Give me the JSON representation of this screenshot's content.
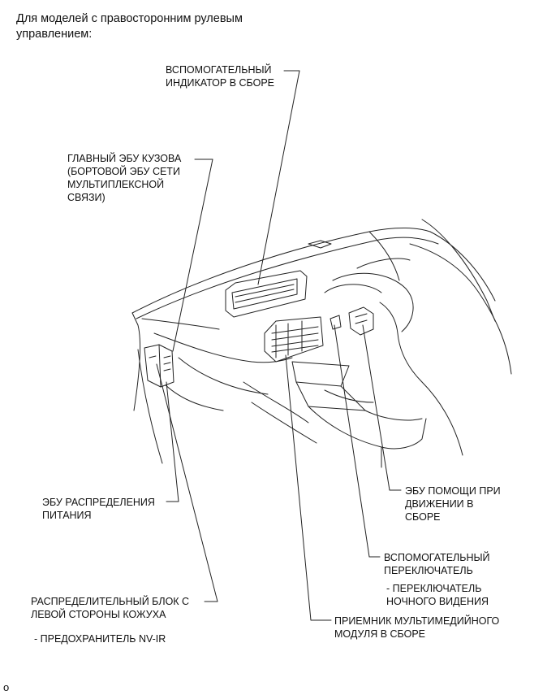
{
  "title": "Для моделей с правосторонним рулевым управлением:",
  "labels": {
    "aux_indicator": "ВСПОМОГАТЕЛЬНЫЙ\nИНДИКАТОР В СБОРЕ",
    "main_body_ecu": "ГЛАВНЫЙ ЭБУ КУЗОВА\n(БОРТОВОЙ ЭБУ СЕТИ\nМУЛЬТИПЛЕКСНОЙ\nСВЯЗИ)",
    "power_dist_ecu": "ЭБУ РАСПРЕДЕЛЕНИЯ\nПИТАНИЯ",
    "junction_block": "РАСПРЕДЕЛИТЕЛЬНЫЙ БЛОК С\nЛЕВОЙ СТОРОНЫ КОЖУХА",
    "fuse": "- ПРЕДОХРАНИТЕЛЬ NV-IR",
    "driving_support_ecu": "ЭБУ ПОМОЩИ ПРИ\nДВИЖЕНИИ В\nСБОРЕ",
    "aux_switch": "ВСПОМОГАТЕЛЬНЫЙ\nПЕРЕКЛЮЧАТЕЛЬ",
    "night_vision_switch": "- ПЕРЕКЛЮЧАТЕЛЬ\nНОЧНОГО ВИДЕНИЯ",
    "multimedia_receiver": "ПРИЕМНИК МУЛЬТИМЕДИЙНОГО\nМОДУЛЯ В СБОРЕ"
  },
  "footer": "o"
}
